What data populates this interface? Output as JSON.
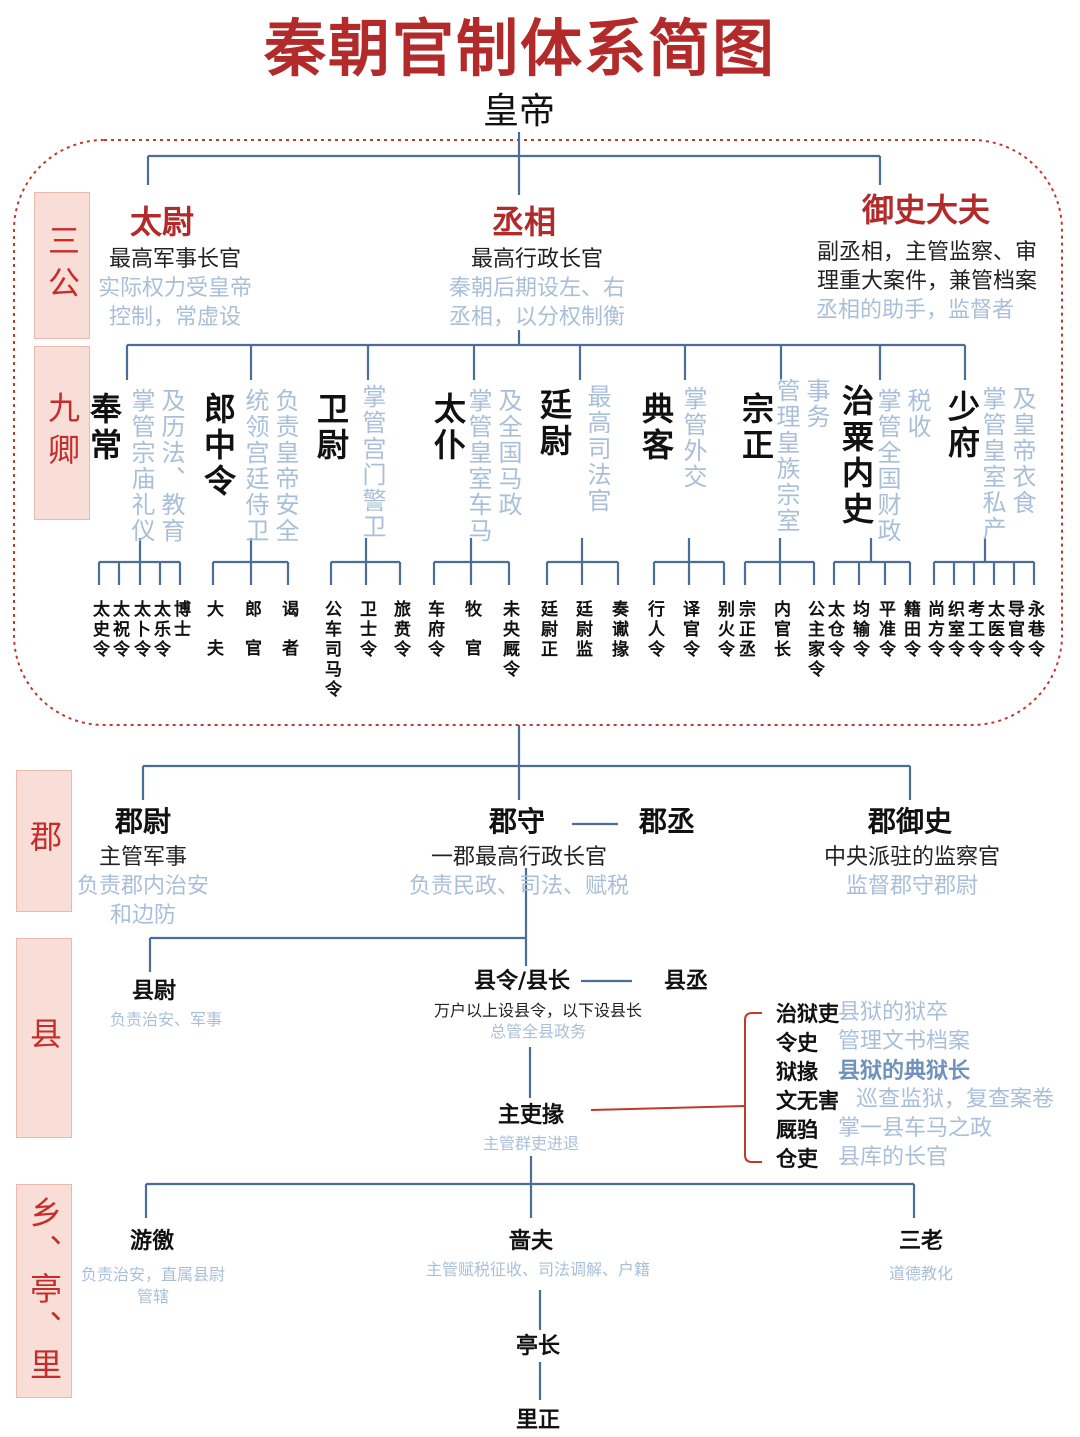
{
  "title": "秦朝官制体系简图",
  "emperor": "皇帝",
  "tiers": {
    "sangong": "三公",
    "jiuqing": "九卿",
    "jun": "郡",
    "xian": "县",
    "xiang": "乡、亭、里"
  },
  "sangong": [
    {
      "name": "太尉",
      "role": "最高军事长官",
      "notes": [
        "实际权力受皇帝",
        "控制，常虚设"
      ]
    },
    {
      "name": "丞相",
      "role": "最高行政长官",
      "notes": [
        "秦朝后期设左、右",
        "丞相，以分权制衡"
      ]
    },
    {
      "name": "御史大夫",
      "role": [
        "副丞相，主管监察、审",
        "理重大案件，兼管档案"
      ],
      "notes": [
        "丞相的助手，监督者"
      ]
    }
  ],
  "jiuqing": [
    {
      "name": "奉常",
      "notes": [
        "掌管宗庙礼仪",
        "及历法、教育"
      ],
      "subs": [
        "太史令",
        "太祝令",
        "太卜令",
        "太乐令",
        "博士"
      ]
    },
    {
      "name": "郎中令",
      "notes": [
        "统领宫廷侍卫",
        "负责皇帝安全"
      ],
      "subs": [
        "大夫",
        "郎官",
        "谒者"
      ]
    },
    {
      "name": "卫尉",
      "notes": [
        "掌管宫门警卫"
      ],
      "subs": [
        "公车司马令",
        "卫士令",
        "旅贲令"
      ]
    },
    {
      "name": "太仆",
      "notes": [
        "掌管皇室车马",
        "及全国马政"
      ],
      "subs": [
        "车府令",
        "牧官",
        "未央厩令"
      ]
    },
    {
      "name": "廷尉",
      "notes": [
        "最高司法官"
      ],
      "subs": [
        "廷尉正",
        "廷尉监",
        "奏谳掾"
      ]
    },
    {
      "name": "典客",
      "notes": [
        "掌管外交"
      ],
      "subs": [
        "行人令",
        "译官令",
        "别火令"
      ]
    },
    {
      "name": "宗正",
      "notes": [
        "管理皇族宗室",
        "事务"
      ],
      "subs": [
        "宗正丞",
        "内官长",
        "公主家令"
      ]
    },
    {
      "name": "治粟内史",
      "notes": [
        "掌管全国财政",
        "税收"
      ],
      "subs": [
        "太仓令",
        "均输令",
        "平准令",
        "籍田令"
      ]
    },
    {
      "name": "少府",
      "notes": [
        "掌管皇室私产",
        "及皇帝衣食"
      ],
      "subs": [
        "尚方令",
        "织室令",
        "考工令",
        "太医令",
        "导官令",
        "永巷令"
      ]
    }
  ],
  "jun": {
    "wei": {
      "name": "郡尉",
      "role": "主管军事",
      "notes": [
        "负责郡内治安",
        "和边防"
      ]
    },
    "shou": {
      "name": "郡守",
      "role": "一郡最高行政长官",
      "note": "负责民政、司法、赋税"
    },
    "cheng": "郡丞",
    "yushi": {
      "name": "郡御史",
      "role": "中央派驻的监察官",
      "note": "监督郡守郡尉"
    }
  },
  "xian": {
    "wei": {
      "name": "县尉",
      "note": "负责治安、军事"
    },
    "ling": {
      "name": "县令/县长",
      "desc": "万户以上设县令，以下设县长",
      "note": "总管全县政务"
    },
    "cheng": "县丞",
    "zhuliyuan": {
      "name": "主吏掾",
      "note": "主管群吏进退"
    },
    "officials": [
      {
        "name": "治狱吏",
        "note": "县狱的狱卒"
      },
      {
        "name": "令史",
        "note": "管理文书档案"
      },
      {
        "name": "狱掾",
        "note": "县狱的典狱长"
      },
      {
        "name": "文无害",
        "note": "巡查监狱，复查案卷"
      },
      {
        "name": "厩驺",
        "note": "掌一县车马之政"
      },
      {
        "name": "仓吏",
        "note": "县库的长官"
      }
    ]
  },
  "xiang": {
    "youjiao": {
      "name": "游徼",
      "note": "负责治安，直属县尉管辖"
    },
    "sefu": {
      "name": "啬夫",
      "note": "主管赋税征收、司法调解、户籍"
    },
    "sanlao": {
      "name": "三老",
      "note": "道德教化"
    },
    "tingzhang": "亭长",
    "lizheng": "里正"
  },
  "colors": {
    "red": "#b22a2a",
    "blue": "#4a6e96",
    "note": "#a9bfd9",
    "tier_bg": "#f8ded6"
  }
}
